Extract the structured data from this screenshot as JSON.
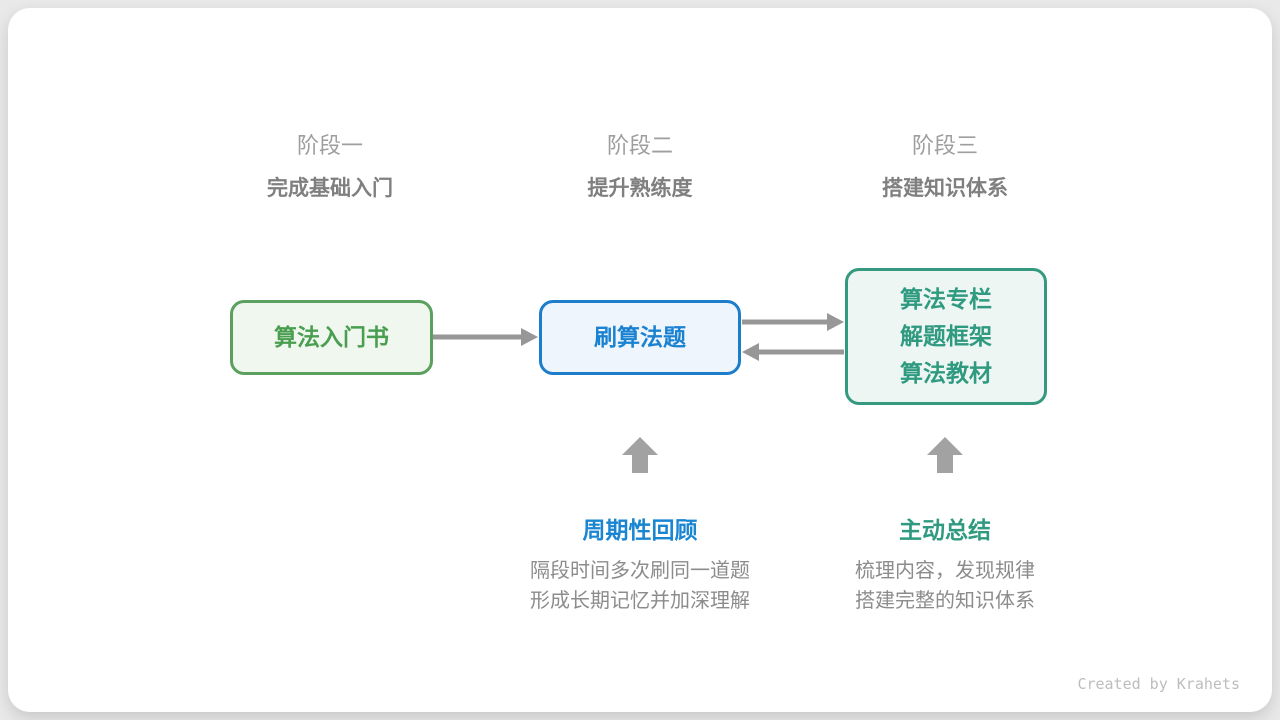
{
  "footer": {
    "credit": "Created by Krahets"
  },
  "stages": [
    {
      "label": "阶段一",
      "subtitle": "完成基础入门"
    },
    {
      "label": "阶段二",
      "subtitle": "提升熟练度"
    },
    {
      "label": "阶段三",
      "subtitle": "搭建知识体系"
    }
  ],
  "nodes": [
    {
      "id": "algorithm-intro-book",
      "lines": [
        "算法入门书"
      ]
    },
    {
      "id": "practice-problems",
      "lines": [
        "刷算法题"
      ]
    },
    {
      "id": "knowledge-resources",
      "lines": [
        "算法专栏",
        "解题框架",
        "算法教材"
      ]
    }
  ],
  "annotations": [
    {
      "title": "周期性回顾",
      "lines": [
        "隔段时间多次刷同一道题",
        "形成长期记忆并加深理解"
      ]
    },
    {
      "title": "主动总结",
      "lines": [
        "梳理内容，发现规律",
        "搭建完整的知识体系"
      ]
    }
  ],
  "icons": [
    {
      "name": "arrow-right-book-to-practice"
    },
    {
      "name": "arrow-right-practice-to-resources"
    },
    {
      "name": "arrow-left-resources-to-practice"
    },
    {
      "name": "up-arrow-periodic-review"
    },
    {
      "name": "up-arrow-active-summary"
    }
  ],
  "colors": {
    "bg": "#e9e9e9",
    "card": "#ffffff",
    "stage-label": "#9e9e9e",
    "stage-subtitle": "#7f7f7f",
    "green-border": "#5ba05e",
    "green-fill": "#f0f7ee",
    "green-text": "#4a9e50",
    "blue-border": "#1d7dca",
    "blue-fill": "#eef5fc",
    "blue-text": "#1a82d0",
    "teal-border": "#35997f",
    "teal-fill": "#edf6f3",
    "teal-text": "#2f9a7f",
    "arrow": "#979797",
    "up-arrow": "#a2a2a2",
    "blue-accent": "#1a86d2",
    "teal-accent": "#2f9a7f",
    "desc-text": "#8c8c8c",
    "footer-text": "#bdbdbd"
  }
}
